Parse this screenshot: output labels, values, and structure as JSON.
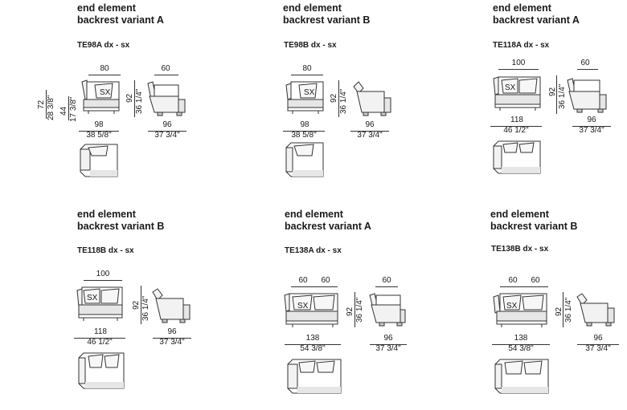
{
  "items": [
    {
      "title_line1": "end element",
      "title_line2": "backrest variant A",
      "code": "TE98A  dx - sx",
      "front_top_dims": [
        "80"
      ],
      "side_top_dim": "60",
      "height_cm": "92",
      "height_in": "36 1/4\"",
      "extra_heights": [
        {
          "cm": "72",
          "in": "28 3/8\""
        },
        {
          "cm": "44",
          "in": "17 3/8\""
        }
      ],
      "width_cm": "98",
      "width_in": "38 5/8\"",
      "depth_cm": "96",
      "depth_in": "37 3/4\"",
      "pillow_label": "SX",
      "pillows": 1
    },
    {
      "title_line1": "end element",
      "title_line2": "backrest variant B",
      "code": "TE98B  dx - sx",
      "front_top_dims": [
        "80"
      ],
      "side_top_dim": "",
      "height_cm": "92",
      "height_in": "36 1/4\"",
      "width_cm": "98",
      "width_in": "38 5/8\"",
      "depth_cm": "96",
      "depth_in": "37 3/4\"",
      "pillow_label": "SX",
      "pillows": 1
    },
    {
      "title_line1": "end element",
      "title_line2": "backrest variant A",
      "code": "TE118A  dx - sx",
      "front_top_dims": [
        "100"
      ],
      "side_top_dim": "60",
      "height_cm": "92",
      "height_in": "36 1/4\"",
      "width_cm": "118",
      "width_in": "46 1/2\"",
      "depth_cm": "96",
      "depth_in": "37 3/4\"",
      "pillow_label": "SX",
      "pillows": 2
    },
    {
      "title_line1": "end element",
      "title_line2": "backrest variant B",
      "code": "TE118B  dx - sx",
      "front_top_dims": [
        "100"
      ],
      "side_top_dim": "",
      "height_cm": "92",
      "height_in": "36 1/4\"",
      "width_cm": "118",
      "width_in": "46 1/2\"",
      "depth_cm": "96",
      "depth_in": "37 3/4\"",
      "pillow_label": "SX",
      "pillows": 2
    },
    {
      "title_line1": "end element",
      "title_line2": "backrest variant A",
      "code": "TE138A  dx - sx",
      "front_top_dims": [
        "60",
        "60"
      ],
      "side_top_dim": "60",
      "height_cm": "92",
      "height_in": "36 1/4\"",
      "width_cm": "138",
      "width_in": "54 3/8\"",
      "depth_cm": "96",
      "depth_in": "37 3/4\"",
      "pillow_label": "SX",
      "pillows": 2
    },
    {
      "title_line1": "end element",
      "title_line2": "backrest variant B",
      "code": "TE138B  dx - sx",
      "front_top_dims": [
        "60",
        "60"
      ],
      "side_top_dim": "",
      "height_cm": "92",
      "height_in": "36 1/4\"",
      "width_cm": "138",
      "width_in": "54 3/8\"",
      "depth_cm": "96",
      "depth_in": "37 3/4\"",
      "pillow_label": "SX",
      "pillows": 2
    }
  ],
  "colors": {
    "line": "#333333",
    "fill": "#f2f2f2",
    "shade": "#d9d9d9"
  }
}
